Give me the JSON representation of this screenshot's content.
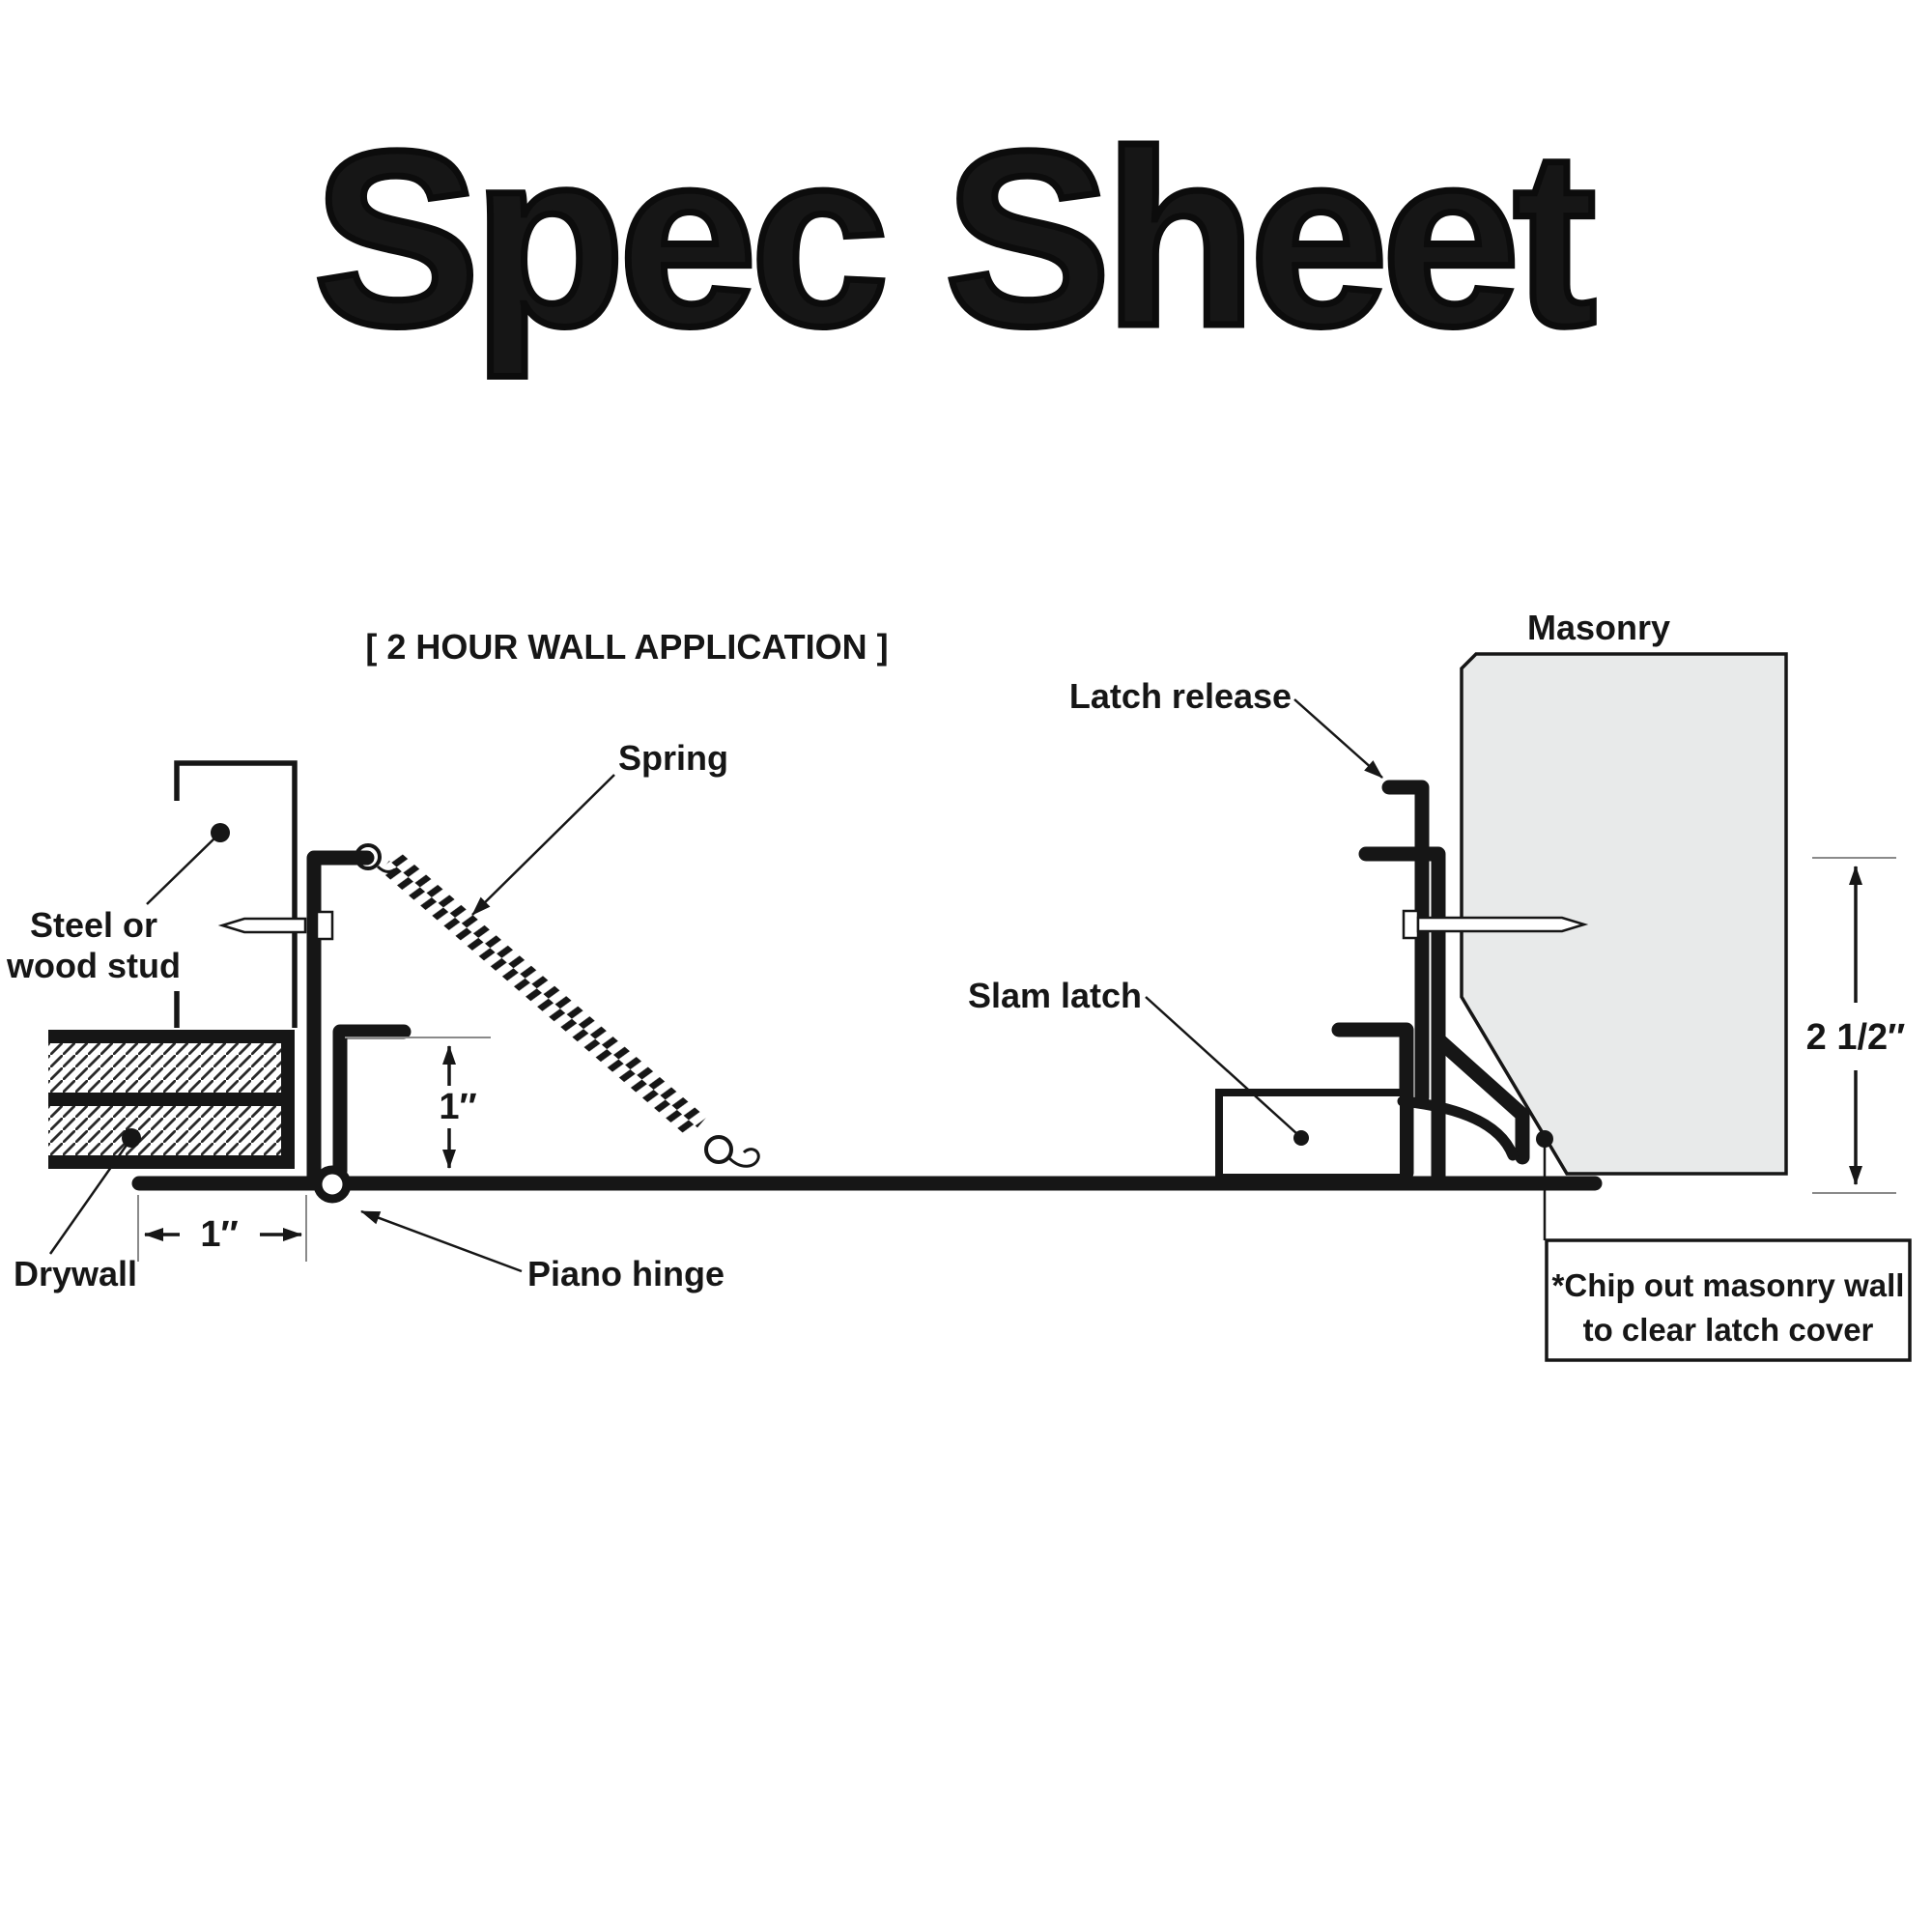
{
  "title": "Spec Sheet",
  "heading": "[ 2 HOUR WALL APPLICATION ]",
  "labels": {
    "masonry": "Masonry",
    "latch_release": "Latch release",
    "spring": "Spring",
    "slam_latch": "Slam latch",
    "steel_stud_line1": "Steel or",
    "steel_stud_line2": "wood stud",
    "drywall": "Drywall",
    "piano_hinge": "Piano hinge"
  },
  "dimensions": {
    "frame_offset": "1″",
    "door_to_frame": "1″",
    "masonry_clearance": "2 1/2″"
  },
  "note": {
    "line1": "*Chip out masonry wall",
    "line2": "to clear latch cover"
  },
  "colors": {
    "ink": "#161616",
    "masonry_fill": "#e8eaea",
    "dim_line": "#8a8a8a",
    "background": "#ffffff"
  }
}
